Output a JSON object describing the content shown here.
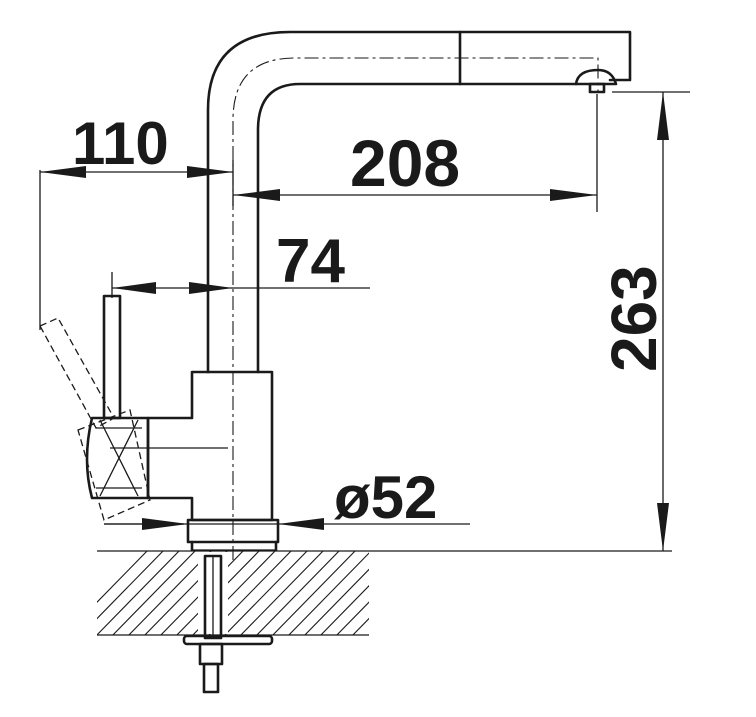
{
  "dimensions": {
    "reach_total": "110",
    "spout_reach": "208",
    "lever_offset": "74",
    "height": "263",
    "base_diameter": "ø52"
  },
  "colors": {
    "line": "#1a1a1a",
    "background": "#ffffff"
  }
}
